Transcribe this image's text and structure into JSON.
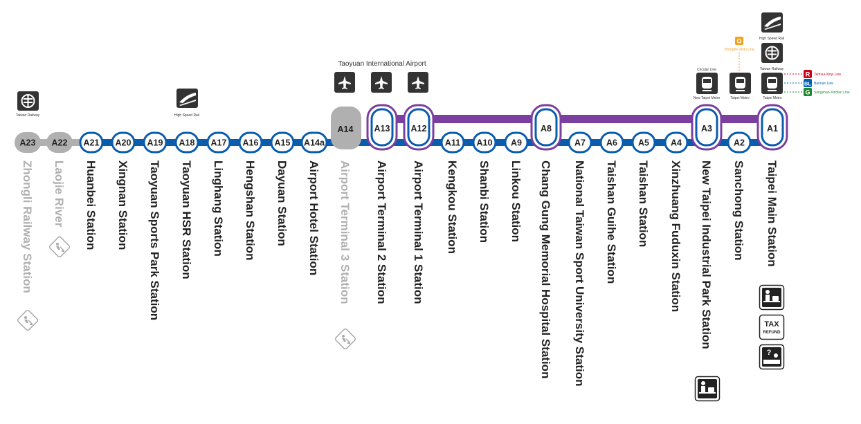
{
  "airport_group_label": "Taoyuan International Airport",
  "colors": {
    "line_blue": "#0a5cad",
    "express_purple": "#7b3fa0",
    "inactive_gray": "#b0b0b0",
    "dark_gray_text": "#222222",
    "icon_dark": "#333333",
    "line_red": "#d0021b",
    "line_blue_bl": "#0063b1",
    "line_green": "#1c8a2e",
    "line_orange": "#f2a11b"
  },
  "stations": [
    {
      "code": "A23",
      "name": "Zhongli Railway Station",
      "status": "future"
    },
    {
      "code": "A22",
      "name": "Laojie River",
      "status": "future"
    },
    {
      "code": "A21",
      "name": "Huanbei Station",
      "status": "open"
    },
    {
      "code": "A20",
      "name": "Xingnan Station",
      "status": "open"
    },
    {
      "code": "A19",
      "name": "Taoyuan Sports Park Station",
      "status": "open"
    },
    {
      "code": "A18",
      "name": "Taoyuan HSR Station",
      "status": "open"
    },
    {
      "code": "A17",
      "name": "Linghang Station",
      "status": "open"
    },
    {
      "code": "A16",
      "name": "Hengshan Station",
      "status": "open"
    },
    {
      "code": "A15",
      "name": "Dayuan Station",
      "status": "open"
    },
    {
      "code": "A14a",
      "name": "Airport Hotel Station",
      "status": "open"
    },
    {
      "code": "A14",
      "name": "Airport Terminal 3 Station",
      "status": "future"
    },
    {
      "code": "A13",
      "name": "Airport Terminal 2 Station",
      "status": "express"
    },
    {
      "code": "A12",
      "name": "Airport Terminal 1 Station",
      "status": "express"
    },
    {
      "code": "A11",
      "name": "Kengkou Station",
      "status": "open"
    },
    {
      "code": "A10",
      "name": "Shanbi Station",
      "status": "open"
    },
    {
      "code": "A9",
      "name": "Linkou Station",
      "status": "open"
    },
    {
      "code": "A8",
      "name": "Chang Gung Memorial Hospital Station",
      "status": "express"
    },
    {
      "code": "A7",
      "name": "National Taiwan Sport University Station",
      "status": "open"
    },
    {
      "code": "A6",
      "name": "Taishan Guihe Station",
      "status": "open"
    },
    {
      "code": "A5",
      "name": "Taishan Station",
      "status": "open"
    },
    {
      "code": "A4",
      "name": "Xinzhuang Fuduxin Station",
      "status": "open"
    },
    {
      "code": "A3",
      "name": "New Taipei Industrial Park Station",
      "status": "express"
    },
    {
      "code": "A2",
      "name": "Sanchong Station",
      "status": "open"
    },
    {
      "code": "A1",
      "name": "Taipei Main Station",
      "status": "express"
    }
  ],
  "transfer_labels": {
    "a23_railway": "Taiwan Railway",
    "a18_hsr": "High Speed Rail",
    "a3_circular_top": "Circular Line",
    "a3_metro_bottom": "New Taipei Metro",
    "a2_metro": "Taipei Metro",
    "orange_line_code": "O",
    "orange_line_name": "Zhonghe-Xinlu Line",
    "a1_hsr": "High Speed Rail",
    "a1_railway": "Taiwan Railway",
    "a1_metro": "Taipei Metro",
    "r_code": "R",
    "r_name": "Tamsui-Xinyi Line",
    "bl_code": "BL",
    "bl_name": "Bannan Line",
    "g_code": "G",
    "g_name": "Songshan-Xindian Line"
  },
  "service_icons": {
    "tax_refund_line1": "TAX",
    "tax_refund_line2": "REFUND",
    "info_symbol": "?"
  }
}
